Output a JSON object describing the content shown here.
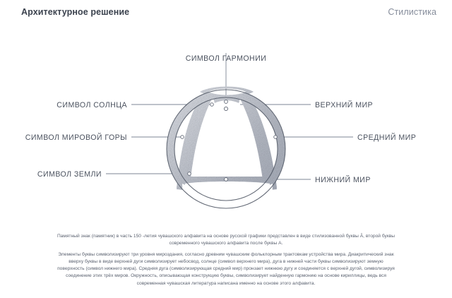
{
  "header": {
    "title": "Архитектурное решение",
    "section": "Стилистика"
  },
  "diagram": {
    "name": "monument-emblem-diagram",
    "emblem_alt": "Стилизованная буква Ă чувашского алфавита в круге",
    "colors": {
      "stone_light": "#d3d6dd",
      "stone_mid": "#b8bcc6",
      "stone_dark": "#8d93a0",
      "outline": "#5b6270",
      "leader_line": "#7d8494",
      "label_text": "#4b525f"
    },
    "callouts": [
      {
        "id": "symbol-of-harmony",
        "label": "СИМВОЛ ГАРМОНИИ",
        "side": "top"
      },
      {
        "id": "symbol-of-sun",
        "label": "СИМВОЛ СОЛНЦА",
        "side": "left"
      },
      {
        "id": "symbol-of-world-mountain",
        "label": "СИМВОЛ МИРОВОЙ ГОРЫ",
        "side": "left"
      },
      {
        "id": "symbol-of-earth",
        "label": "СИМВОЛ ЗЕМЛИ",
        "side": "left"
      },
      {
        "id": "upper-world",
        "label": "ВЕРХНИЙ МИР",
        "side": "right"
      },
      {
        "id": "middle-world",
        "label": "СРЕДНИЙ МИР",
        "side": "right"
      },
      {
        "id": "lower-world",
        "label": "НИЖНИЙ МИР",
        "side": "right"
      }
    ]
  },
  "body": {
    "paragraph_1": "Памятный знак (памятник) в часть 150 -летия чувашского алфавита на основе русской графики представлен в виде стилизованной буквы Ă, второй буквы современного чувашского алфавита после буквы А.",
    "paragraph_2": "Элементы буквы символизируют три уровня мироздания, согласно древним чувашским фольклорным трактовкам устройства мира. Диакритический знак вверху буквы в виде верхней дуги символизирует небосвод, солнце (символ верхнего мира), дуга в нижней части буквы символизируют земную поверхность (символ нижнего мира). Средняя дуга (символизирующая средний мир) пронзает нижнюю дугу и соединяется с верхней дугой, символизируя соединение этих трёх миров. Окружность, описывающая конструкцию буквы, символизирует найденную гармонию на основе кириллицы, ведь вся современная чувашская литература написана именно на основе этого алфавита."
  }
}
